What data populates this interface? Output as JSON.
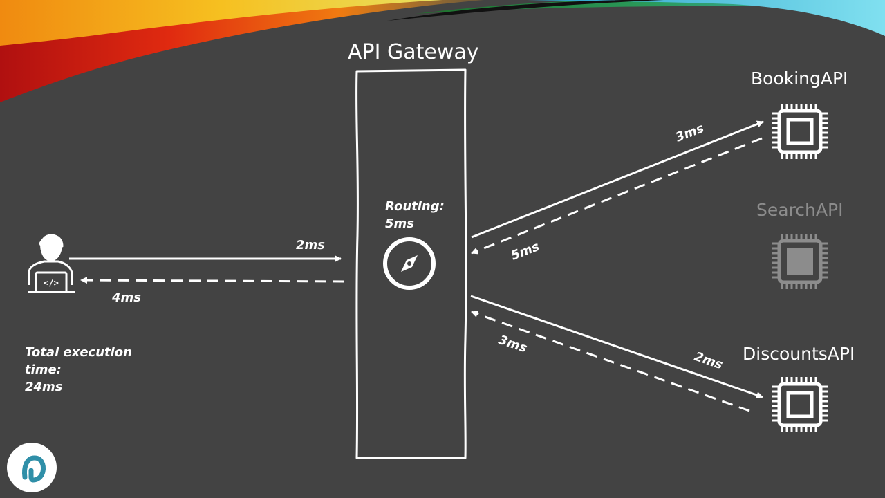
{
  "gateway": {
    "title": "API Gateway",
    "routing_label": "Routing:\n5ms"
  },
  "services": {
    "booking": {
      "name": "BookingAPI"
    },
    "search": {
      "name": "SearchAPI"
    },
    "discounts": {
      "name": "DiscountsAPI"
    }
  },
  "timings": {
    "client_request": "2ms",
    "client_response": "4ms",
    "booking_request": "3ms",
    "booking_response": "5ms",
    "discounts_request": "2ms",
    "discounts_response": "3ms"
  },
  "total": {
    "text": "Total execution\ntime:\n24ms"
  },
  "colors": {
    "background": "#434343",
    "foreground": "#ffffff",
    "inactive": "#8c8c8c",
    "logo_bg": "#ffffff",
    "logo_mark": "#2f8fa8"
  },
  "icons": {
    "client": "developer-laptop-icon",
    "routing": "compass-icon",
    "service": "cpu-chip-icon",
    "brand": "brand-logo-icon"
  }
}
